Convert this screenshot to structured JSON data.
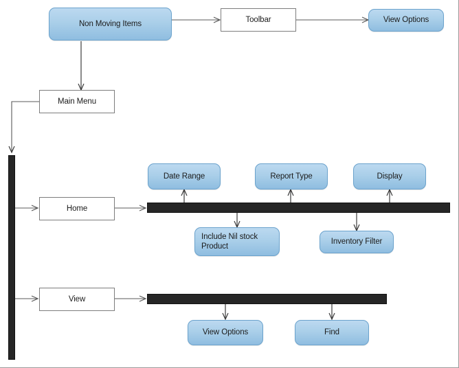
{
  "diagram": {
    "title": "Non Moving Items navigation flow",
    "colors": {
      "node_fill_top": "#bcd9f0",
      "node_fill_bottom": "#8fbde0",
      "node_border": "#6aa2cc",
      "rect_border": "#7c7c7c",
      "bar_fill": "#262626",
      "edge_stroke": "#585858",
      "text": "#1b1b1b",
      "canvas": "#ffffff"
    },
    "nodes": {
      "non_moving_items": "Non Moving Items",
      "toolbar": "Toolbar",
      "view_options_top": "View Options",
      "main_menu": "Main Menu",
      "home": "Home",
      "view": "View",
      "date_range": "Date Range",
      "report_type": "Report Type",
      "display": "Display",
      "include_nil_stock_line1": "Include Nil stock",
      "include_nil_stock_line2": "Product",
      "inventory_filter": "Inventory Filter",
      "view_options_bottom": "View Options",
      "find": "Find"
    },
    "bars": {
      "spine_label": "main-menu-spine",
      "home_bar_label": "home-branch-bar",
      "view_bar_label": "view-branch-bar"
    }
  }
}
